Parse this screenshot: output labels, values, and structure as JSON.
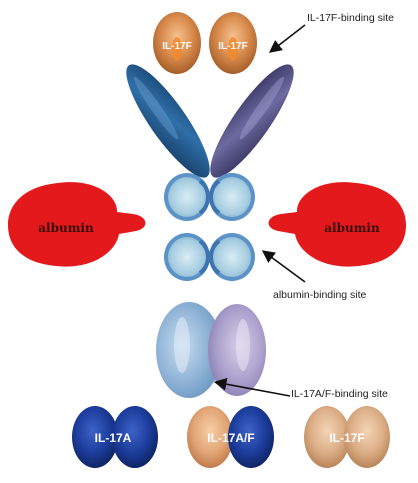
{
  "annotations": {
    "il17f_site": "IL-17F-binding site",
    "albumin_site": "albumin-binding site",
    "il17af_site": "IL-17A/F-binding site"
  },
  "albumin": {
    "left_label": "albumin",
    "right_label": "albumin"
  },
  "top_dimer": {
    "left_label": "IL-17F",
    "right_label": "IL-17F"
  },
  "bottom_dimers": {
    "il17a": "IL-17A",
    "il17af": "IL-17A/F",
    "il17f": "IL-17F"
  },
  "colors": {
    "albumin": "#e3191c",
    "il17f": "#d48a4f",
    "il17a": "#1e3f9e",
    "il17af_light": "#e0a277",
    "il17f_light": "#dbb089",
    "heavy_chain_left": "#1f5a8f",
    "heavy_chain_right": "#4b4a7d",
    "nanobody_light": "#a9cde0",
    "nanobody_dark": "#4f88c4"
  }
}
